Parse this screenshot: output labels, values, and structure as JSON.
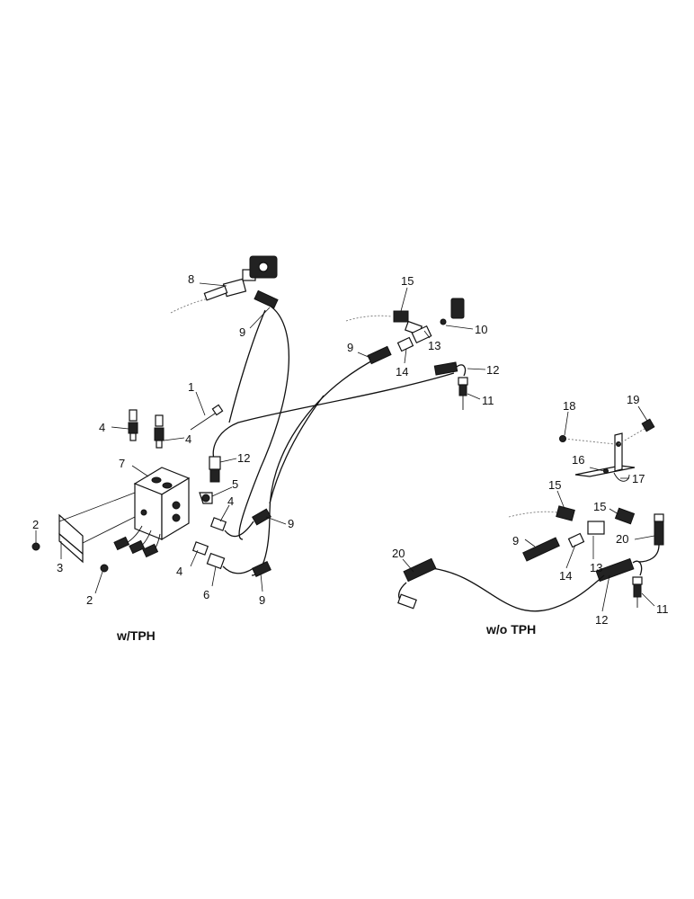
{
  "callouts": {
    "c1": "1",
    "c2a": "2",
    "c2b": "2",
    "c3": "3",
    "c4a": "4",
    "c4b": "4",
    "c4c": "4",
    "c4d": "4",
    "c5": "5",
    "c6": "6",
    "c7": "7",
    "c8": "8",
    "c9a": "9",
    "c9b": "9",
    "c9c": "9",
    "c9d": "9",
    "c9e": "9",
    "c10": "10",
    "c11a": "11",
    "c11b": "11",
    "c12a": "12",
    "c12b": "12",
    "c12c": "12",
    "c13a": "13",
    "c13b": "13",
    "c14a": "14",
    "c14b": "14",
    "c15a": "15",
    "c15b": "15",
    "c15c": "15",
    "c16": "16",
    "c17": "17",
    "c18": "18",
    "c19": "19",
    "c20a": "20",
    "c20b": "20"
  },
  "captions": {
    "with_tph": "w/TPH",
    "without_tph": "w/o TPH"
  }
}
